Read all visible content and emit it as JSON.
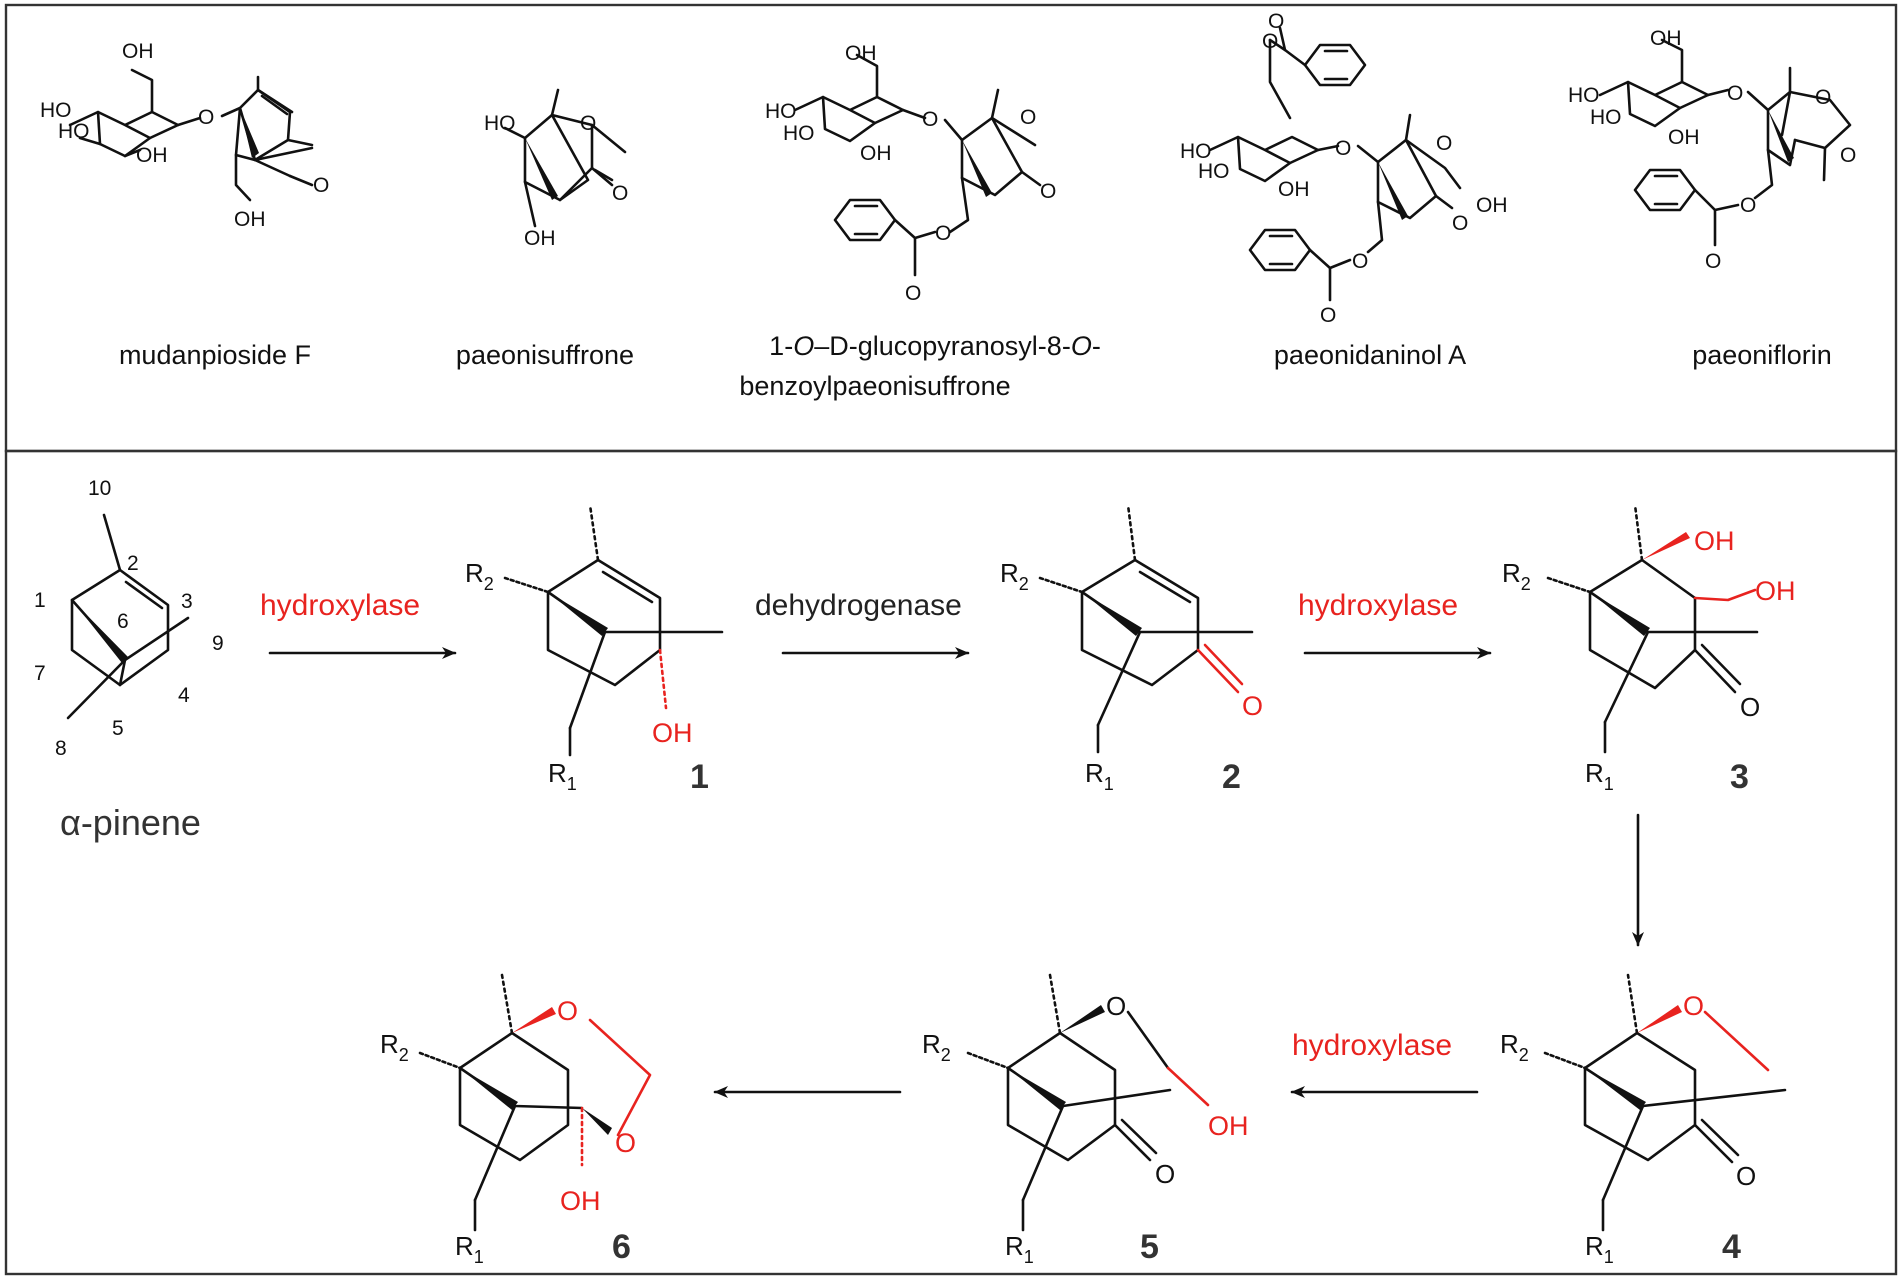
{
  "panels": {
    "top": {
      "compounds": [
        {
          "name": "mudanpioside F"
        },
        {
          "name": "paeonisuffrone"
        },
        {
          "name_line1_a": "1-",
          "name_line1_b": "O",
          "name_line1_c": "–D-glucopyranosyl-8-",
          "name_line1_d": "O",
          "name_line1_e": "-",
          "name_line2": "benzoylpaeonisuffrone"
        },
        {
          "name": "paeonidaninol A"
        },
        {
          "name": "paeoniflorin"
        }
      ]
    },
    "bottom": {
      "start": {
        "name": "α-pinene",
        "numbers": [
          "10",
          "2",
          "1",
          "3",
          "6",
          "9",
          "7",
          "4",
          "8",
          "5"
        ]
      },
      "enzymes": {
        "step1": "hydroxylase",
        "step2": "dehydrogenase",
        "step3": "hydroxylase",
        "step5": "hydroxylase"
      },
      "compound_numbers": [
        "1",
        "2",
        "3",
        "4",
        "5",
        "6"
      ]
    }
  },
  "atoms": {
    "OH": "OH",
    "HO": "HO",
    "O": "O",
    "R1_letter": "R",
    "R1_sub": "1",
    "R2_letter": "R",
    "R2_sub": "2"
  },
  "colors": {
    "highlight": "#e8231f",
    "ink": "#111111",
    "frame": "#333333"
  }
}
